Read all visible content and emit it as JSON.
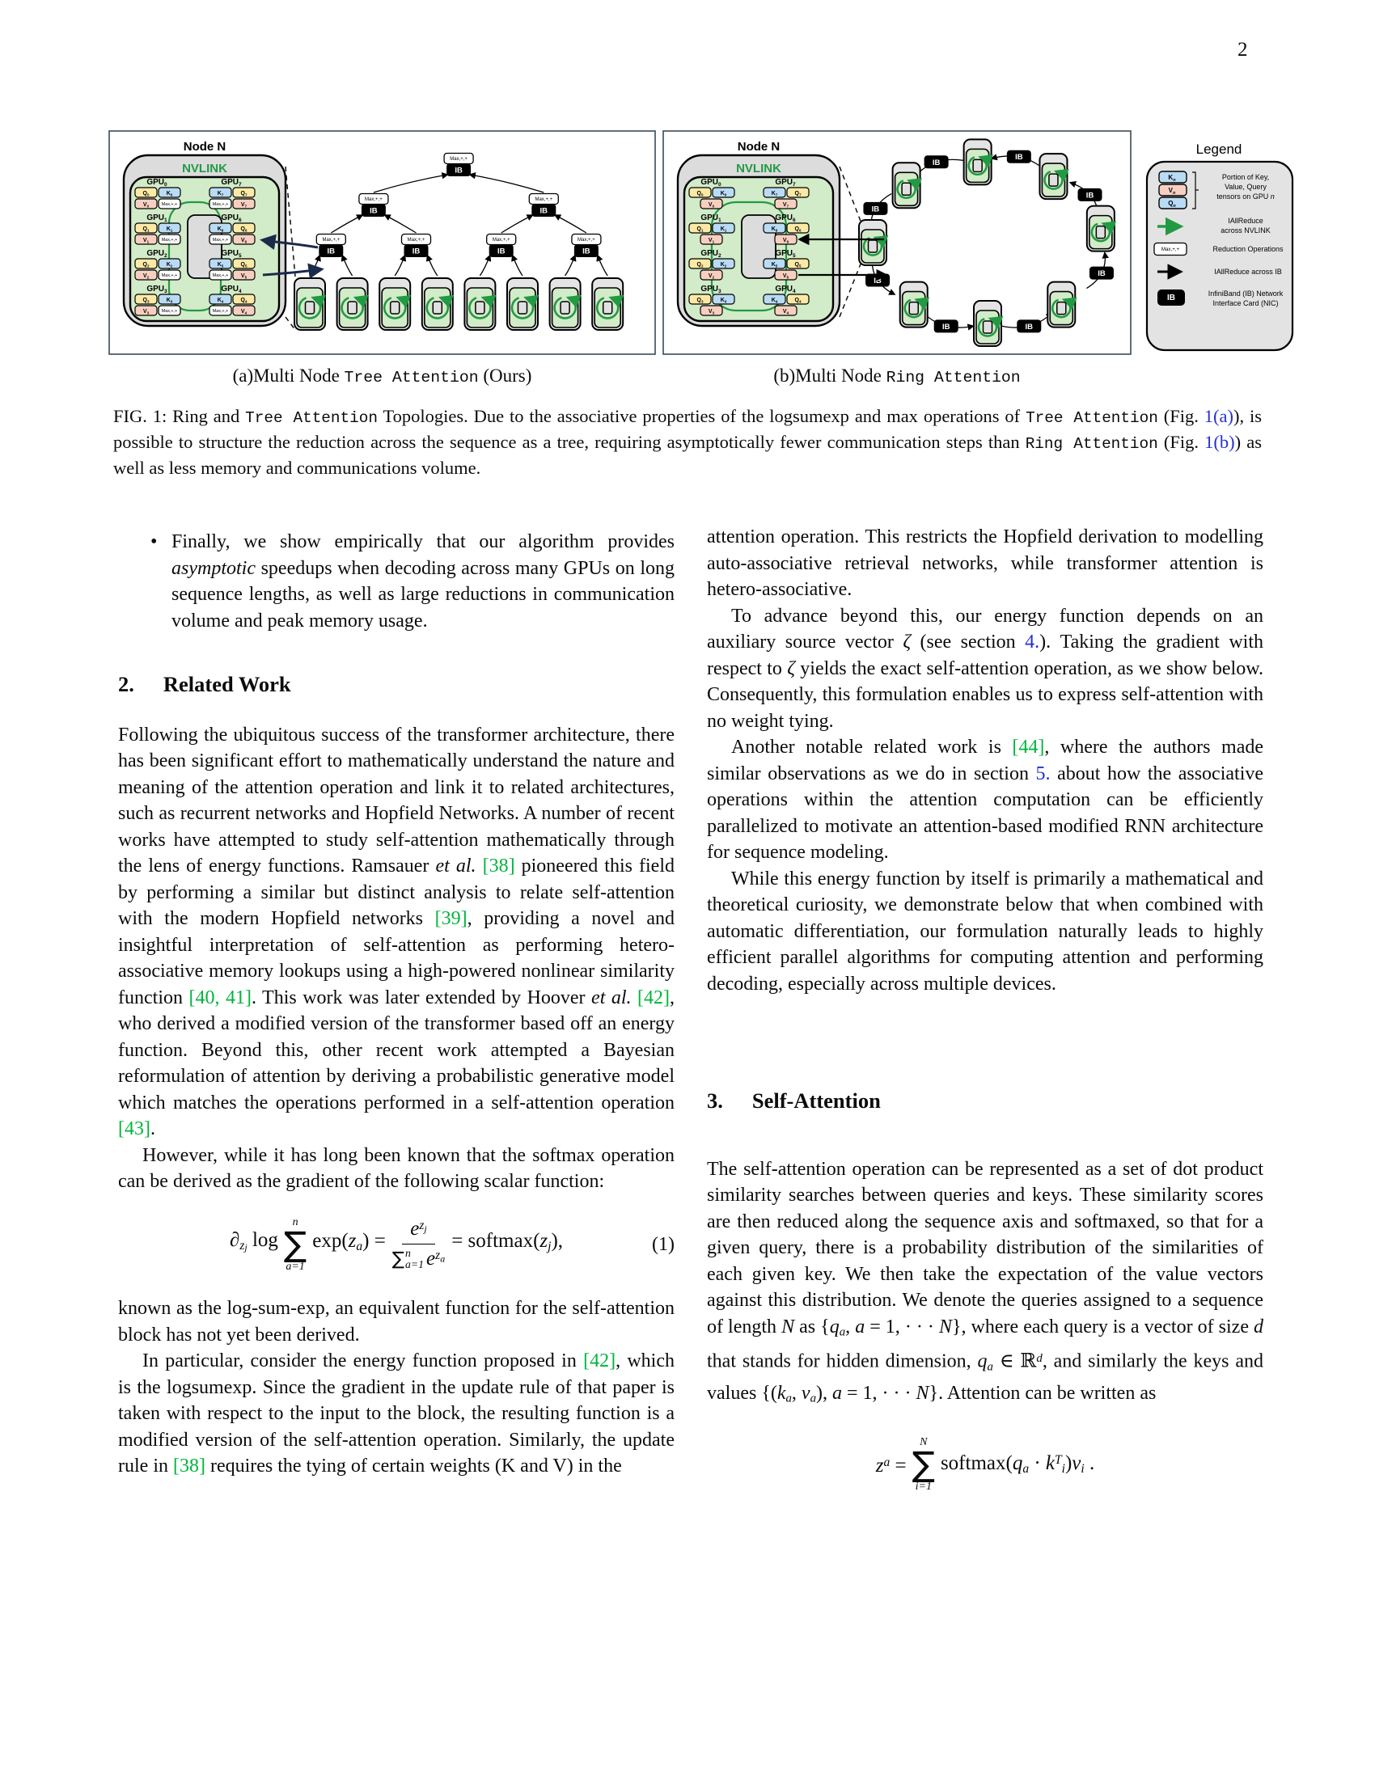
{
  "page": {
    "number": "2",
    "bullet_glyph": "•"
  },
  "figure": {
    "labels": {
      "node": "Node N",
      "nvlink": "NVLINK",
      "gpu": "GPU",
      "q": "Q",
      "k": "K",
      "v": "V",
      "max": "Max,+,+",
      "ib": "IB"
    },
    "panel_a": {
      "left_gpus": [
        "0",
        "1",
        "2",
        "3"
      ],
      "right_gpus": [
        "7",
        "6",
        "5",
        "4"
      ]
    },
    "panel_b": {
      "left_gpus": [
        "0",
        "1",
        "2",
        "3"
      ],
      "right_gpus": [
        "7",
        "6",
        "5",
        "4"
      ]
    },
    "legend": {
      "title": "Legend",
      "tensor_sub": "n",
      "items": [
        {
          "lines": [
            "Portion of Key,",
            "Value, Query",
            "tensors on GPU n"
          ],
          "italic_tail": true
        },
        {
          "lines": [
            "IAllReduce",
            "across NVLINK"
          ]
        },
        {
          "lines": [
            "Reduction Operations"
          ]
        },
        {
          "lines": [
            "IAllReduce across IB"
          ]
        },
        {
          "lines": [
            "InfiniBand (IB) Network",
            "Interface Card (NIC)"
          ]
        }
      ]
    },
    "colors": {
      "green": "#229a43",
      "node_green": "#d2ebc8",
      "gray": "#dcdcdc",
      "q": "#fce9a6",
      "k": "#b9dbf4",
      "v": "#f7cfc0",
      "navy": "#1b2a4a",
      "panel_border": "#3a4a58"
    }
  },
  "captions": {
    "a": [
      [
        "r",
        "(a)Multi Node "
      ],
      [
        "m",
        "Tree Attention"
      ],
      [
        "r",
        " (Ours)"
      ]
    ],
    "b": [
      [
        "r",
        "(b)Multi Node "
      ],
      [
        "m",
        "Ring Attention"
      ]
    ]
  },
  "fig_caption": [
    [
      "r",
      "FIG. 1: Ring and "
    ],
    [
      "m",
      "Tree Attention"
    ],
    [
      "r",
      " Topologies. Due to the associative properties of the logsumexp and max operations of "
    ],
    [
      "m",
      "Tree Attention"
    ],
    [
      "r",
      " (Fig. "
    ],
    [
      "b",
      "1(a)"
    ],
    [
      "r",
      "), is possible to structure the reduction across the sequence as a tree, requiring asymptotically fewer communication steps than "
    ],
    [
      "m",
      "Ring Attention"
    ],
    [
      "r",
      " (Fig. "
    ],
    [
      "b",
      "1(b)"
    ],
    [
      "r",
      ") as well as less memory and communications volume."
    ]
  ],
  "left_column": {
    "bullet_glyph": "•",
    "bullet": [
      [
        "r",
        "Finally, we show empirically that our algorithm provides "
      ],
      [
        "i",
        "asymptotic"
      ],
      [
        "r",
        " speedups when decoding across many GPUs on long sequence lengths, as well as large reductions in communication volume and peak memory usage."
      ]
    ],
    "sec2_number": "2.",
    "sec2_title": "Related Work",
    "p1": [
      [
        "r",
        "Following the ubiquitous success of the transformer architecture, there has been significant effort to mathematically understand the nature and meaning of the attention operation and link it to related architectures, such as recurrent networks and Hopfield Networks.  A number of recent works have attempted to study self-attention mathematically through the lens of energy functions.  Ramsauer "
      ],
      [
        "i",
        "et al."
      ],
      [
        "r",
        " "
      ],
      [
        "g",
        "[38]"
      ],
      [
        "r",
        " pioneered this field by performing a similar but distinct analysis to relate self-attention with the modern Hopfield networks "
      ],
      [
        "g",
        "[39]"
      ],
      [
        "r",
        ", providing a novel and insightful interpretation of self-attention as performing hetero-associative memory lookups using a high-powered nonlinear similarity function "
      ],
      [
        "g",
        "[40, 41]"
      ],
      [
        "r",
        ".  This work was later extended by Hoover "
      ],
      [
        "i",
        "et al."
      ],
      [
        "r",
        " "
      ],
      [
        "g",
        "[42]"
      ],
      [
        "r",
        ", who derived a modified version of the transformer based off an energy function. Beyond this, other recent work attempted a Bayesian reformulation of attention by deriving a probabilistic generative model which matches the operations performed in a self-attention operation "
      ],
      [
        "g",
        "[43]"
      ],
      [
        "r",
        "."
      ]
    ],
    "p2": [
      [
        "r",
        "However, while it has long been known that the softmax operation can be derived as the gradient of the following scalar function:"
      ]
    ],
    "p3": [
      [
        "r",
        "known as the log-sum-exp, an equivalent function for the self-attention block has not yet been derived."
      ]
    ],
    "p4": [
      [
        "r",
        "In particular, consider the energy function proposed in "
      ],
      [
        "g",
        "[42]"
      ],
      [
        "r",
        ", which is the logsumexp.  Since the gradient in the update rule of that paper is taken with respect to the input to the block, the resulting function is a modified version of the self-attention operation.  Similarly, the update rule in "
      ],
      [
        "g",
        "[38]"
      ],
      [
        "r",
        " requires the tying of certain weights (K and V) in the"
      ]
    ]
  },
  "right_column": {
    "p1": [
      [
        "r",
        "attention operation.  This restricts the Hopfield derivation to modelling auto-associative retrieval networks, while transformer attention is hetero-associative."
      ]
    ],
    "p2": [
      [
        "r",
        "To advance beyond this, our energy function depends on an auxiliary source vector "
      ],
      [
        "i",
        "ζ"
      ],
      [
        "r",
        " (see section "
      ],
      [
        "b",
        "4."
      ],
      [
        "r",
        ").  Taking the gradient with respect to "
      ],
      [
        "i",
        "ζ"
      ],
      [
        "r",
        " yields the exact self-attention operation, as we show below.  Consequently, this formulation enables us to express self-attention with no weight tying."
      ]
    ],
    "p3": [
      [
        "r",
        "Another notable related work is "
      ],
      [
        "g",
        "[44]"
      ],
      [
        "r",
        ", where the authors made similar observations as we do in section "
      ],
      [
        "b",
        "5."
      ],
      [
        "r",
        "  about how the associative operations within the attention computation can be efficiently parallelized to motivate an attention-based modified RNN architecture for sequence modeling."
      ]
    ],
    "p4": [
      [
        "r",
        "While this energy function by itself is primarily a mathematical and theoretical curiosity, we demonstrate below that when combined with automatic differentiation, our formulation naturally leads to highly efficient parallel algorithms for computing attention and performing decoding, especially across multiple devices."
      ]
    ],
    "sec3_number": "3.",
    "sec3_title": "Self-Attention",
    "p5": [
      [
        "r",
        "The self-attention operation can be represented as a set of dot product similarity searches between queries and keys.  These similarity scores are then reduced along the sequence axis and softmaxed, so that for a given query, there is a probability distribution of the similarities of each given key.  We then take the expectation of the value vectors against this distribution.  We denote the queries assigned to a sequence of length "
      ],
      [
        "i",
        "N"
      ],
      [
        "r",
        " as {"
      ],
      [
        "i",
        "q"
      ],
      [
        "sub",
        "a"
      ],
      [
        "r",
        ", "
      ],
      [
        "i",
        "a"
      ],
      [
        "r",
        " = 1, · · · "
      ],
      [
        "i",
        "N"
      ],
      [
        "r",
        "}, where each query is a vector of size "
      ],
      [
        "i",
        "d"
      ],
      [
        "r",
        " that stands for hidden dimension, "
      ],
      [
        "i",
        "q"
      ],
      [
        "sub",
        "a"
      ],
      [
        "r",
        " ∈ ℝ"
      ],
      [
        "sup",
        "d"
      ],
      [
        "r",
        ", and similarly the keys and values {("
      ],
      [
        "i",
        "k"
      ],
      [
        "sub",
        "a"
      ],
      [
        "r",
        ", "
      ],
      [
        "i",
        "v"
      ],
      [
        "sub",
        "a"
      ],
      [
        "r",
        "), "
      ],
      [
        "i",
        "a"
      ],
      [
        "r",
        " = 1, · · · "
      ],
      [
        "i",
        "N"
      ],
      [
        "r",
        "}.  Attention can be written as"
      ]
    ]
  },
  "equations": {
    "eq1": {
      "lead": [
        [
          "i",
          "∂"
        ],
        [
          "sub",
          "z"
        ],
        [
          "sub2",
          "j"
        ],
        [
          "r",
          " log "
        ]
      ],
      "sigma": "∑",
      "sum_top": "n",
      "sum_bot": "a=1",
      "mid": [
        [
          "r",
          " exp("
        ],
        [
          "i",
          "z"
        ],
        [
          "sub",
          "a"
        ],
        [
          "r",
          ") = "
        ]
      ],
      "num": [
        [
          "i",
          "e"
        ],
        [
          "sup",
          "z"
        ],
        [
          "sup2",
          "j"
        ]
      ],
      "den_sigma": "∑",
      "den_sup": "n",
      "den_sub": "a=1",
      "den_tail": [
        [
          "r",
          " "
        ],
        [
          "i",
          "e"
        ],
        [
          "sup",
          "z"
        ],
        [
          "sup2",
          "a"
        ]
      ],
      "tail": [
        [
          "r",
          " = softmax("
        ],
        [
          "i",
          "z"
        ],
        [
          "sub",
          "j"
        ],
        [
          "r",
          "),"
        ]
      ],
      "number": "(1)"
    },
    "eq2": {
      "lead": [
        [
          "i",
          "z"
        ],
        [
          "sup",
          "a"
        ],
        [
          "r",
          " = "
        ]
      ],
      "sigma": "∑",
      "sum_top": "N",
      "sum_bot": "i=1",
      "tail": [
        [
          "r",
          " softmax("
        ],
        [
          "i",
          "q"
        ],
        [
          "sub",
          "a"
        ],
        [
          "r",
          " · "
        ],
        [
          "i",
          "k"
        ],
        [
          "sup",
          "T"
        ],
        [
          "sub",
          "i"
        ],
        [
          "r",
          ")"
        ],
        [
          "i",
          "v"
        ],
        [
          "sub",
          "i"
        ],
        [
          "r",
          " ."
        ]
      ]
    }
  }
}
